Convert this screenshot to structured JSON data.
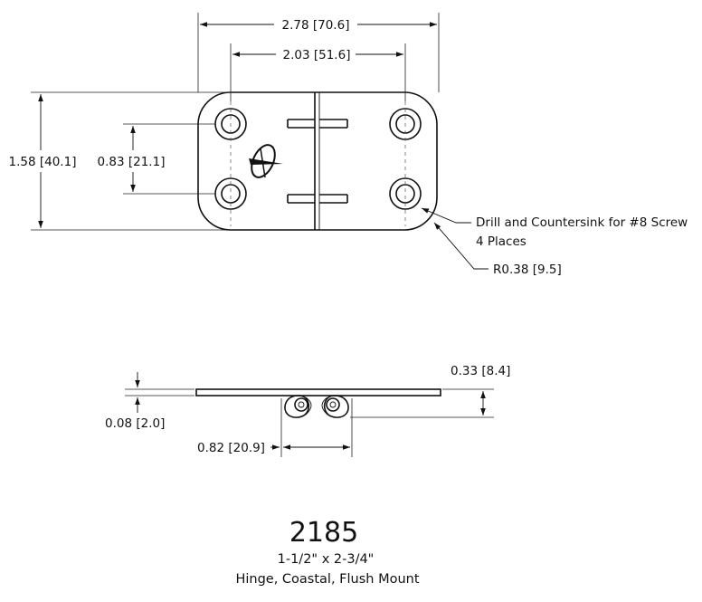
{
  "part_number": "2185",
  "size": "1-1/2\" x 2-3/4\"",
  "description": "Hinge, Coastal, Flush Mount",
  "dimensions": {
    "overall_width": "2.78 [70.6]",
    "hole_spacing_x": "2.03 [51.6]",
    "overall_height": "1.58 [40.1]",
    "hole_spacing_y": "0.83 [21.1]",
    "overall_thickness": "0.33 [8.4]",
    "leaf_thickness": "0.08 [2.0]",
    "knuckle_width": "0.82 [20.9]",
    "corner_radius": "R0.38 [9.5]"
  },
  "notes": {
    "hole_note_line1": "Drill and Countersink for #8 Screw",
    "hole_note_line2": "4 Places"
  }
}
